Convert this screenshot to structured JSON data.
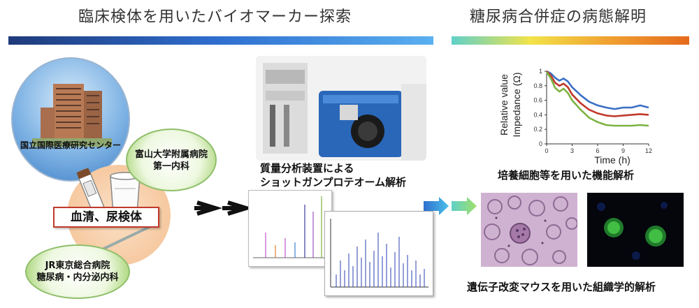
{
  "headings": {
    "left": "臨床検体を用いたバイオマーカー探索",
    "right": "糖尿病合併症の病態解明"
  },
  "colors": {
    "left_bar": [
      "#1f3a7a",
      "#2f6fd0",
      "#5ab0f0"
    ],
    "right_bar": [
      "#5fd0c8",
      "#f2e34a",
      "#f0a030",
      "#e56a1c"
    ]
  },
  "hospitals": {
    "ncgm": "国立国際医療研究センター",
    "toyama_line1": "富山大学附属病院",
    "toyama_line2": "第一内科",
    "jr_line1": "JR東京総合病院",
    "jr_line2": "糖尿病・内分泌内科"
  },
  "samples_label": "血清、尿検体",
  "ms": {
    "caption_line1": "質量分析装置による",
    "caption_line2": "ショットガンプロテオーム解析"
  },
  "function_caption": "培養細胞等を用いた機能解析",
  "histology_caption": "遺伝子改変マウスを用いた組織学的解析",
  "chart_data": {
    "type": "line",
    "ylabel_line1": "Relative value",
    "ylabel_line2": "Impedance (Ω)",
    "xlabel": "Time (h)",
    "xlim": [
      0,
      12
    ],
    "ylim": [
      0,
      1.0
    ],
    "x_ticks": [
      "0",
      "3",
      "6",
      "9",
      "12"
    ],
    "y_ticks": [
      "0",
      "0.2",
      "0.4",
      "0.6",
      "0.8",
      "1"
    ],
    "x": [
      0,
      0.5,
      1,
      1.5,
      2,
      2.5,
      3,
      4,
      5,
      6,
      7,
      8,
      9,
      10,
      11,
      12
    ],
    "series": [
      {
        "color": "#3a6fc4",
        "values": [
          1.0,
          0.97,
          0.91,
          0.87,
          0.9,
          0.86,
          0.78,
          0.67,
          0.58,
          0.53,
          0.5,
          0.48,
          0.5,
          0.5,
          0.53,
          0.5
        ]
      },
      {
        "color": "#c0392b",
        "values": [
          1.0,
          0.94,
          0.84,
          0.8,
          0.83,
          0.78,
          0.68,
          0.56,
          0.47,
          0.42,
          0.39,
          0.38,
          0.39,
          0.4,
          0.41,
          0.4
        ]
      },
      {
        "color": "#7cb342",
        "values": [
          0.99,
          0.9,
          0.77,
          0.72,
          0.76,
          0.7,
          0.6,
          0.47,
          0.36,
          0.3,
          0.26,
          0.25,
          0.25,
          0.25,
          0.26,
          0.25
        ]
      }
    ]
  }
}
